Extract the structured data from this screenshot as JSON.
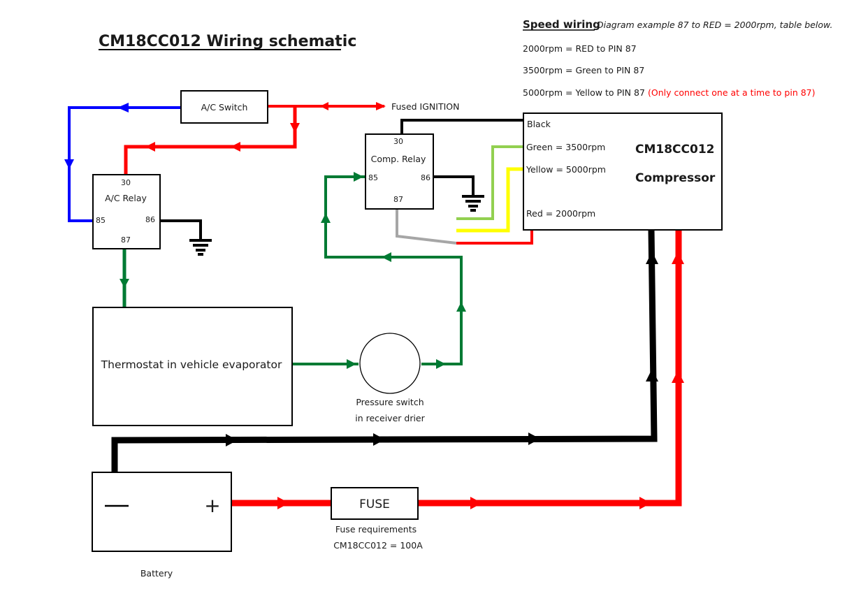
{
  "title": "CM18CC012 Wiring schematic",
  "speed_wiring": {
    "heading": "Speed wiring",
    "subtitle": "Diagram example 87 to RED = 2000rpm, table below.",
    "rows": [
      {
        "text": "2000rpm = RED to PIN 87",
        "note": ""
      },
      {
        "text": "3500rpm = Green to PIN 87",
        "note": ""
      },
      {
        "text": "5000rpm = Yellow to PIN 87",
        "note": "(Only connect one at a time to pin 87)"
      }
    ]
  },
  "components": {
    "ac_switch": {
      "label": "A/C Switch"
    },
    "fused_ignition": {
      "label": "Fused IGNITION"
    },
    "ac_relay": {
      "label": "A/C Relay",
      "pin30": "30",
      "pin85": "85",
      "pin86": "86",
      "pin87": "87"
    },
    "comp_relay": {
      "label": "Comp. Relay",
      "pin30": "30",
      "pin85": "85",
      "pin86": "86",
      "pin87": "87"
    },
    "compressor": {
      "model": "CM18CC012",
      "label": "Compressor",
      "wires": {
        "black": "Black",
        "green": "Green = 3500rpm",
        "yellow": "Yellow = 5000rpm",
        "red": "Red = 2000rpm"
      }
    },
    "thermostat": {
      "label": "Thermostat in vehicle evaporator"
    },
    "pressure_switch": {
      "line1": "Pressure switch",
      "line2": "in receiver drier"
    },
    "battery": {
      "label": "Battery",
      "negative": "—",
      "positive": "+"
    },
    "fuse": {
      "label": "FUSE",
      "req_line1": "Fuse requirements",
      "req_line2": "CM18CC012 = 100A"
    }
  },
  "colors": {
    "red": "#ff0000",
    "blue": "#0000ff",
    "green": "#007a33",
    "light_green": "#92d050",
    "yellow": "#ffff00",
    "black": "#000000",
    "grey": "#a6a6a6",
    "note_red": "#ff0000"
  }
}
